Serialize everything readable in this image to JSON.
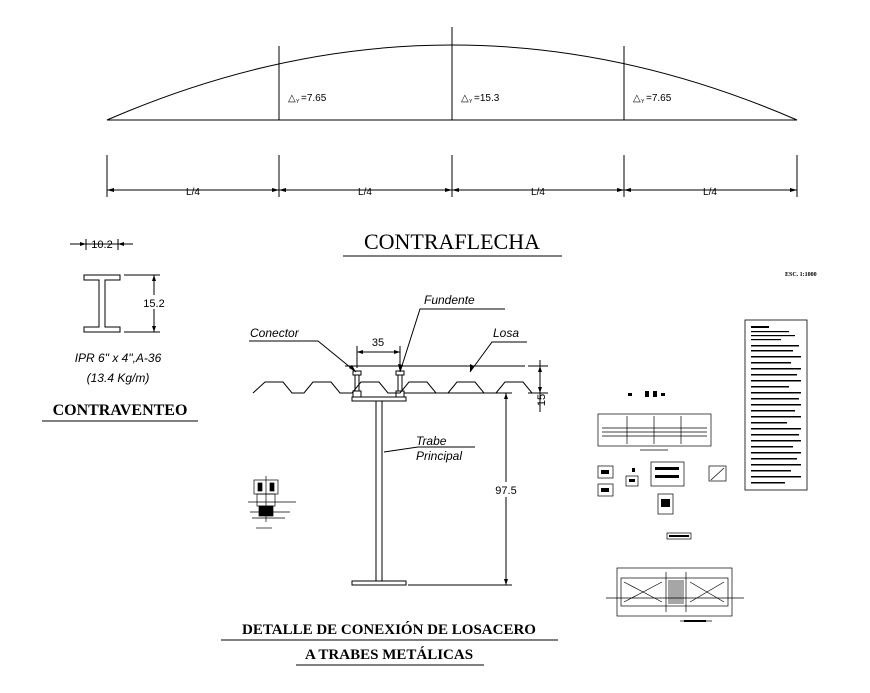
{
  "camber": {
    "deltas": [
      {
        "symbol": "△",
        "sub": "Y",
        "value": "=7.65"
      },
      {
        "symbol": "△",
        "sub": "Y",
        "value": "=15.3"
      },
      {
        "symbol": "△",
        "sub": "Y",
        "value": "=7.65"
      }
    ],
    "dims": [
      "L/4",
      "L/4",
      "L/4",
      "L/4"
    ],
    "title": "CONTRAFLECHA"
  },
  "brace": {
    "width_dim": "10.2",
    "height_dim": "15.2",
    "spec_line1": "IPR 6\" x 4\",A-36",
    "spec_line2": "(13.4 Kg/m)",
    "title": "CONTRAVENTEO"
  },
  "connection": {
    "label_connector": "Conector",
    "label_flux": "Fundente",
    "label_slab": "Losa",
    "dim_spacing": "35",
    "dim_deck": "15",
    "label_beam_1": "Trabe",
    "label_beam_2": "Principal",
    "dim_height": "97.5",
    "title_line1": "DETALLE DE CONEXIÓN DE LOSACERO",
    "title_line2": "A TRABES METÁLICAS"
  },
  "sheet": {
    "scale_note": "ESC. 1:1000"
  }
}
